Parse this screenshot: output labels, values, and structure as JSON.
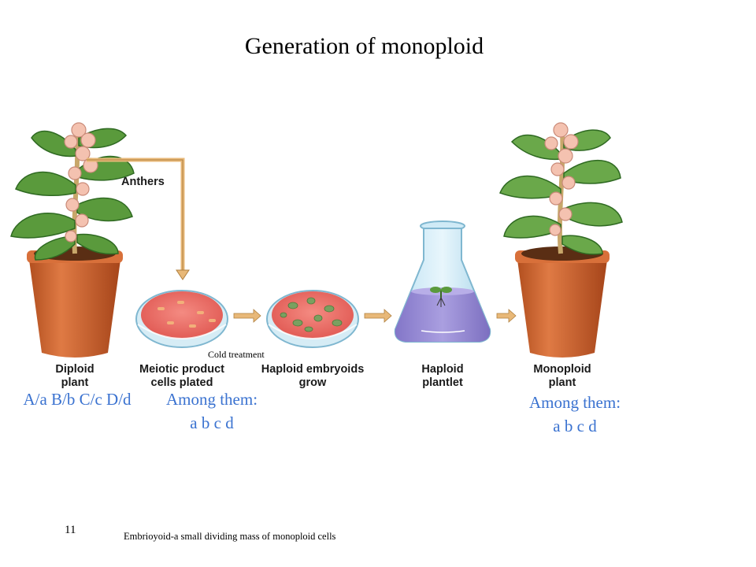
{
  "title": "Generation of monoploid",
  "labels": {
    "anthers": "Anthers",
    "cold_treatment": "Cold treatment",
    "diploid_line1": "Diploid",
    "diploid_line2": "plant",
    "meiotic_line1": "Meiotic product",
    "meiotic_line2": "cells plated",
    "haploid_embryoids_line1": "Haploid embryoids",
    "haploid_embryoids_line2": "grow",
    "haploid_plantlet_line1": "Haploid",
    "haploid_plantlet_line2": "plantlet",
    "monoploid_line1": "Monoploid",
    "monoploid_line2": "plant"
  },
  "genotypes": {
    "diploid": "A/a B/b C/c D/d",
    "among_left_line1": "Among them:",
    "among_left_line2": "a b c d",
    "among_right_line1": "Among them:",
    "among_right_line2": "a b c d"
  },
  "footer": {
    "page_number": "11",
    "footnote": "Embrioyoid-a small dividing mass of monoploid cells"
  },
  "colors": {
    "pot": "#c95f2a",
    "leaf": "#5a9a3c",
    "flower": "#f4c2b0",
    "dish_medium": "#e8665f",
    "flask_liquid": "#9b8fd6",
    "arrow": "#e8b878",
    "genotype_text": "#3a72d0"
  }
}
